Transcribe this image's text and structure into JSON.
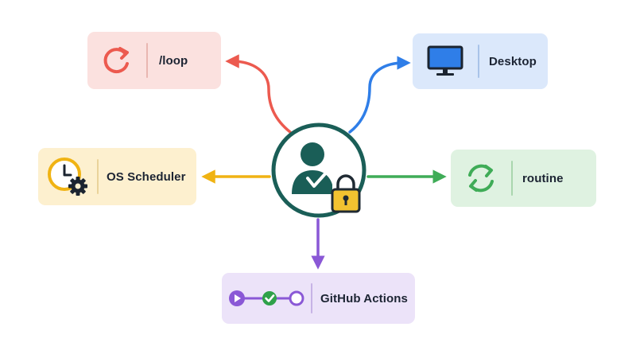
{
  "hub": {
    "icon": "user-lock-icon",
    "ring_color": "#1a5e57",
    "figure_color": "#1a5e57",
    "lock_color": "#f2c230"
  },
  "nodes": [
    {
      "id": "loop",
      "label": "/loop",
      "icon": "refresh-icon",
      "color": "#ec5a4f",
      "bg": "#fbe1df"
    },
    {
      "id": "desktop",
      "label": "Desktop",
      "icon": "monitor-icon",
      "color": "#2f7ee8",
      "bg": "#dbe8fb"
    },
    {
      "id": "os",
      "label": "OS Scheduler",
      "icon": "clock-gear-icon",
      "color": "#f0b313",
      "bg": "#fdf0cf"
    },
    {
      "id": "routine",
      "label": "routine",
      "icon": "sync-icon",
      "color": "#3fac57",
      "bg": "#dff2e1"
    },
    {
      "id": "gha",
      "label": "GitHub Actions",
      "icon": "pipeline-icon",
      "color": "#8a58d6",
      "bg": "#ece3f9"
    }
  ]
}
